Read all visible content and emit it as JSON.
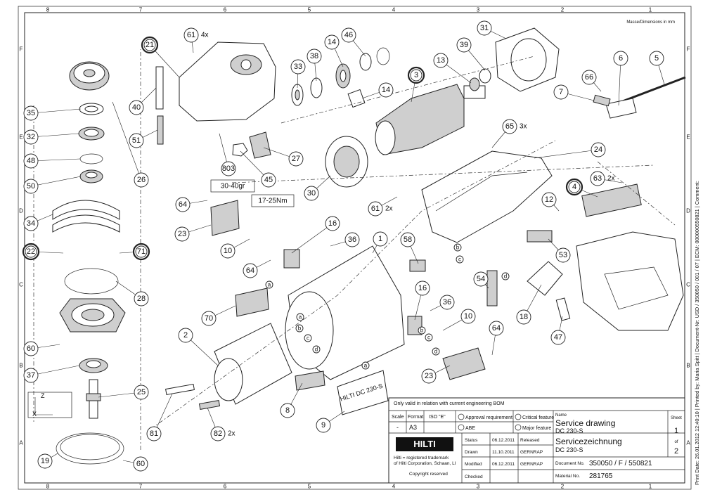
{
  "header": {
    "dimensions_note": "Masse/Dimensions in mm"
  },
  "grid": {
    "columns": [
      "8",
      "7",
      "6",
      "5",
      "4",
      "3",
      "2",
      "1"
    ],
    "rows": [
      "F",
      "E",
      "D",
      "C",
      "B",
      "A"
    ]
  },
  "callouts": [
    {
      "id": "c61a",
      "text": "61",
      "suffix": "4x",
      "double": false
    },
    {
      "id": "c21",
      "text": "21",
      "double": true
    },
    {
      "id": "c40",
      "text": "40",
      "double": false
    },
    {
      "id": "c51",
      "text": "51",
      "double": false
    },
    {
      "id": "c803",
      "text": "803",
      "double": false
    },
    {
      "id": "c45",
      "text": "45",
      "double": false
    },
    {
      "id": "c27",
      "text": "27",
      "double": false
    },
    {
      "id": "c33",
      "text": "33",
      "double": false
    },
    {
      "id": "c38",
      "text": "38",
      "double": false
    },
    {
      "id": "c14a",
      "text": "14",
      "double": false
    },
    {
      "id": "c46",
      "text": "46",
      "double": false
    },
    {
      "id": "c14b",
      "text": "14",
      "double": false
    },
    {
      "id": "c3",
      "text": "3",
      "double": true
    },
    {
      "id": "c13",
      "text": "13",
      "double": false
    },
    {
      "id": "c39",
      "text": "39",
      "double": false
    },
    {
      "id": "c31",
      "text": "31",
      "double": false
    },
    {
      "id": "c6",
      "text": "6",
      "double": false
    },
    {
      "id": "c5",
      "text": "5",
      "double": false
    },
    {
      "id": "c66",
      "text": "66",
      "double": false
    },
    {
      "id": "c7",
      "text": "7",
      "double": false
    },
    {
      "id": "c65",
      "text": "65",
      "suffix": "3x",
      "double": false
    },
    {
      "id": "c24",
      "text": "24",
      "double": false
    },
    {
      "id": "c63",
      "text": "63",
      "suffix": "2x",
      "double": false
    },
    {
      "id": "c4",
      "text": "4",
      "double": true
    },
    {
      "id": "c30",
      "text": "30",
      "double": false
    },
    {
      "id": "c61b",
      "text": "61",
      "suffix": "2x",
      "double": false
    },
    {
      "id": "c12",
      "text": "12",
      "double": false
    },
    {
      "id": "c35",
      "text": "35",
      "double": false
    },
    {
      "id": "c32",
      "text": "32",
      "double": false
    },
    {
      "id": "c48",
      "text": "48",
      "double": false
    },
    {
      "id": "c50",
      "text": "50",
      "double": false
    },
    {
      "id": "c26",
      "text": "26",
      "double": false
    },
    {
      "id": "c34",
      "text": "34",
      "double": false
    },
    {
      "id": "c22",
      "text": "22",
      "double": true
    },
    {
      "id": "c71",
      "text": "71",
      "double": true
    },
    {
      "id": "c28",
      "text": "28",
      "double": false
    },
    {
      "id": "c60a",
      "text": "60",
      "double": false
    },
    {
      "id": "c37",
      "text": "37",
      "double": false
    },
    {
      "id": "c25",
      "text": "25",
      "double": false
    },
    {
      "id": "c19",
      "text": "19",
      "double": false
    },
    {
      "id": "c60b",
      "text": "60",
      "double": false
    },
    {
      "id": "c64a",
      "text": "64",
      "double": false
    },
    {
      "id": "c23a",
      "text": "23",
      "double": false
    },
    {
      "id": "c10a",
      "text": "10",
      "double": false
    },
    {
      "id": "c16a",
      "text": "16",
      "double": false
    },
    {
      "id": "c36a",
      "text": "36",
      "double": false
    },
    {
      "id": "c64b",
      "text": "64",
      "double": false
    },
    {
      "id": "c1",
      "text": "1",
      "double": false
    },
    {
      "id": "c58",
      "text": "58",
      "double": false
    },
    {
      "id": "c53",
      "text": "53",
      "double": false
    },
    {
      "id": "c54",
      "text": "54",
      "double": false
    },
    {
      "id": "c18",
      "text": "18",
      "double": false
    },
    {
      "id": "c47",
      "text": "47",
      "double": false
    },
    {
      "id": "c70",
      "text": "70",
      "double": false
    },
    {
      "id": "c2",
      "text": "2",
      "double": false
    },
    {
      "id": "c16b",
      "text": "16",
      "double": false
    },
    {
      "id": "c36b",
      "text": "36",
      "double": false
    },
    {
      "id": "c10b",
      "text": "10",
      "double": false
    },
    {
      "id": "c64c",
      "text": "64",
      "double": false
    },
    {
      "id": "c23b",
      "text": "23",
      "double": false
    },
    {
      "id": "c8",
      "text": "8",
      "double": false
    },
    {
      "id": "c9",
      "text": "9",
      "double": false
    },
    {
      "id": "c81",
      "text": "81",
      "double": false
    },
    {
      "id": "c82",
      "text": "82",
      "suffix": "2x",
      "double": false
    }
  ],
  "wire_labels": [
    "a",
    "b",
    "c",
    "d",
    "a",
    "b",
    "c",
    "d",
    "a",
    "b",
    "c",
    "d"
  ],
  "torque_boxes": {
    "grease": "30-40gr",
    "torque": "17-25Nm"
  },
  "brand_plate": "HILTI DC 230-S",
  "title_block": {
    "validity": "Only valid in relation with current engineering BOM",
    "scale_label": "Scale",
    "format_label": "Format",
    "iso_label": "ISO \"E\"",
    "scale_value": "-",
    "format_value": "A3",
    "approval_requirement": "Approval requirement",
    "critical_feature": "Critical feature",
    "abe": "ABE",
    "major_feature": "Major feature",
    "name_label": "Name",
    "title_en": "Service drawing",
    "subtitle_en": "DC 230-S",
    "title_de": "Servicezeichnung",
    "subtitle_de": "DC 230-S",
    "sheet_label": "Sheet",
    "sheet_no": "1",
    "of_label": "of",
    "sheet_total": "2",
    "logo": "HILTI",
    "trademark_1": "Hilti = registered trademark",
    "trademark_2": "of Hilti Corporation, Schaan, LI",
    "copyright": "Copyright reserved",
    "rows": [
      {
        "label": "Status",
        "date": "06.12.2011",
        "value": "Released"
      },
      {
        "label": "Drawn",
        "date": "11.10.2011",
        "value": "GERNRAP"
      },
      {
        "label": "Modified",
        "date": "06.12.2011",
        "value": "GERNRAP"
      },
      {
        "label": "Checked",
        "date": "",
        "value": ""
      }
    ],
    "document_label": "Document No.",
    "document_no": "350050 / F / 550821",
    "material_label": "Material No.",
    "material_no": "281765"
  },
  "side_note": "Print Date: 26.01.2012 12:40:10 | Printed by: Maria Spitt | Document-Nr: USD / 350050 / 001 / 07 | ECM: 000000550821 | Comment:",
  "colors": {
    "ink": "#222222",
    "fill": "#cfcfcf",
    "paper": "#ffffff"
  }
}
